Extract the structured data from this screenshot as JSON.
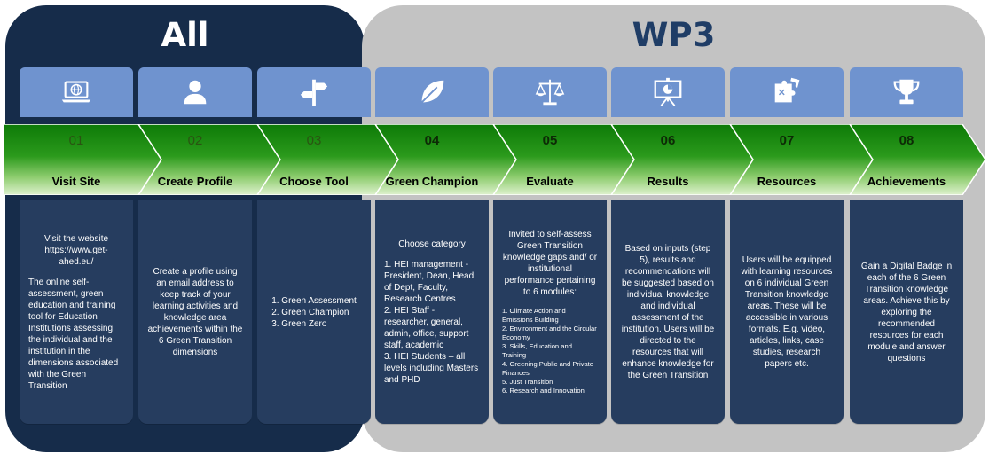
{
  "groups": {
    "all": {
      "title": "All"
    },
    "wp3": {
      "title": "WP3"
    }
  },
  "steps": [
    {
      "number": "01",
      "name": "Visit Site",
      "icon": "laptop-globe-icon",
      "description": {
        "lines": [
          "Visit the website",
          "https://www.get-",
          "ahed.eu/"
        ],
        "detail": "The online self-assessment, green education and training tool for Education Institutions assessing the individual and the institution in the dimensions associated with the Green Transition"
      }
    },
    {
      "number": "02",
      "name": "Create Profile",
      "icon": "user-icon",
      "description": {
        "text": "Create a profile using an email address to keep track of your learning activities and knowledge area achievements within the 6 Green Transition dimensions"
      }
    },
    {
      "number": "03",
      "name": "Choose Tool",
      "icon": "signpost-icon",
      "description": {
        "items": [
          "1. Green Assessment",
          "2. Green Champion",
          "3. Green Zero"
        ]
      }
    },
    {
      "number": "04",
      "name": "Green Champion",
      "icon": "leaf-icon",
      "description": {
        "heading": "Choose category",
        "items": [
          "1. HEI management - President, Dean, Head of Dept, Faculty, Research Centres",
          "2. HEI Staff - researcher, general, admin, office, support staff, academic",
          "3. HEI Students – all levels including Masters and PHD"
        ]
      }
    },
    {
      "number": "05",
      "name": "Evaluate",
      "icon": "scales-icon",
      "description": {
        "text": "Invited to self-assess Green Transition knowledge gaps and/ or institutional performance pertaining to 6 modules:",
        "modules": [
          "1. Climate Action and Emissions Building",
          "2. Environment and the Circular Economy",
          "3. Skills, Education and Training",
          "4. Greening Public and Private Finances",
          "5. Just Transition",
          "6. Research and Innovation"
        ]
      }
    },
    {
      "number": "06",
      "name": "Results",
      "icon": "presentation-icon",
      "description": {
        "text": "Based on inputs (step 5), results and recommendations will be suggested based on individual knowledge and individual assessment of the institution. Users will be directed to the resources that will enhance knowledge for the Green Transition"
      }
    },
    {
      "number": "07",
      "name": "Resources",
      "icon": "puzzle-icon",
      "description": {
        "text": "Users will be equipped with learning resources on 6 individual Green Transition knowledge areas. These will be accessible in various formats. E.g. video, articles, links, case studies, research papers etc."
      }
    },
    {
      "number": "08",
      "name": "Achievements",
      "icon": "trophy-icon",
      "description": {
        "text": "Gain a Digital Badge in each of the 6 Green Transition knowledge areas. Achieve this by exploring the recommended resources for each module and answer questions"
      }
    }
  ],
  "colors": {
    "all_panel": "#162c4a",
    "wp3_panel": "#c3c3c3",
    "icon_box": "#6f93cf",
    "text_box": "#263d5f",
    "arrow_dark": "#1d8a10",
    "arrow_light": "#c9e8b5"
  }
}
